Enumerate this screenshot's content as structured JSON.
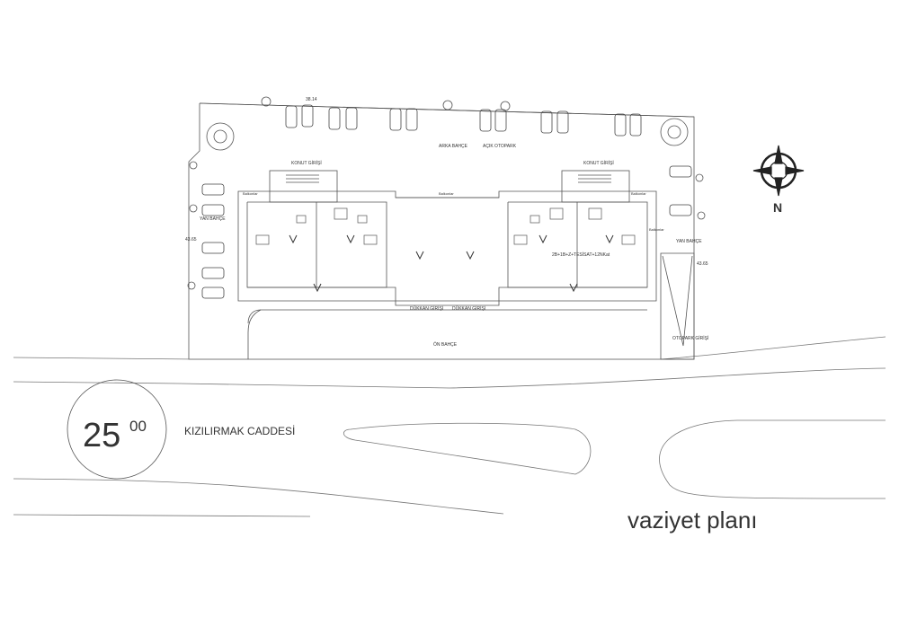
{
  "title": "vaziyet planı",
  "street": {
    "name": "KIZILIRMAK CADDESİ",
    "width_main": "25",
    "width_sup": "00"
  },
  "labels": {
    "arka_bahce": "ARKA BAHÇE",
    "acik_otopark": "AÇIK OTOPARK",
    "yan_bahce_left": "YAN BAHÇE",
    "yan_bahce_right": "YAN BAHÇE",
    "on_bahce": "ÖN BAHÇE",
    "otopark_girisi": "OTOPARK GİRİŞİ",
    "konut_girisi_left": "KONUT GİRİŞİ",
    "konut_girisi_right": "KONUT GİRİŞİ",
    "dukkan_girisi_left": "DÜKKAN GİRİŞİ",
    "dukkan_girisi_right": "DÜKKAN GİRİŞİ",
    "floors": "2B+1B+Z+TESİSAT+12NKat",
    "dim_top": "38.14",
    "dim_left": "43.65",
    "dim_right": "43.65",
    "balkon_1": "Balkonlar",
    "balkon_2": "Balkonlar",
    "balkon_3": "Balkonlar",
    "balkon_4": "Balkonlar"
  },
  "north": {
    "letter": "N"
  },
  "colors": {
    "line": "#555555",
    "text": "#333333",
    "road": "#777777"
  }
}
